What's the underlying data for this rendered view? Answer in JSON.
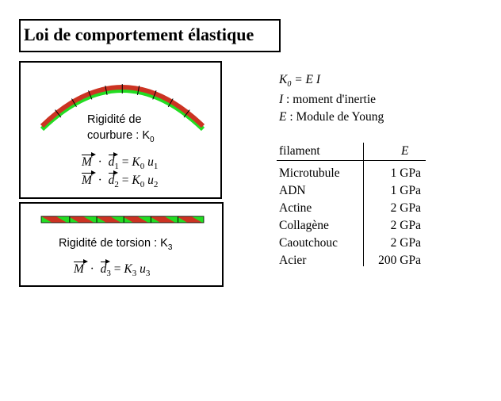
{
  "title": "Loi de comportement élastique",
  "bending": {
    "label_line1": "Rigidité de",
    "label_line2": "courbure : K",
    "label_sub": "0",
    "eq1": {
      "M": "M",
      "d": "d",
      "d_sub": "1",
      "rhs_K": "K",
      "rhs_K_sub": "0",
      "rhs_u": "u",
      "rhs_u_sub": "1"
    },
    "eq2": {
      "M": "M",
      "d": "d",
      "d_sub": "2",
      "rhs_K": "K",
      "rhs_K_sub": "0",
      "rhs_u": "u",
      "rhs_u_sub": "2"
    }
  },
  "torsion": {
    "label": "Rigidité de torsion : K",
    "label_sub": "3",
    "eq": {
      "M": "M",
      "d": "d",
      "d_sub": "3",
      "rhs_K": "K",
      "rhs_K_sub": "3",
      "rhs_u": "u",
      "rhs_u_sub": "3"
    }
  },
  "definitions": {
    "formula_K": "K",
    "formula_K_sub": "0",
    "formula_rhs": "= E I",
    "I_symbol": "I",
    "I_text": " : moment d'inertie",
    "E_symbol": "E",
    "E_text": " : Module de Young"
  },
  "table": {
    "header_filament": "filament",
    "header_E": "E",
    "rows": [
      {
        "filament": "Microtubule",
        "E": "1 GPa"
      },
      {
        "filament": "ADN",
        "E": "1 GPa"
      },
      {
        "filament": "Actine",
        "E": "2 GPa"
      },
      {
        "filament": "Collagène",
        "E": "2 GPa"
      },
      {
        "filament": "Caoutchouc",
        "E": "2 GPa"
      },
      {
        "filament": "Acier",
        "E": "200 GPa"
      }
    ]
  },
  "colors": {
    "green": "#22dd22",
    "red": "#cc3322",
    "line": "#000000"
  }
}
